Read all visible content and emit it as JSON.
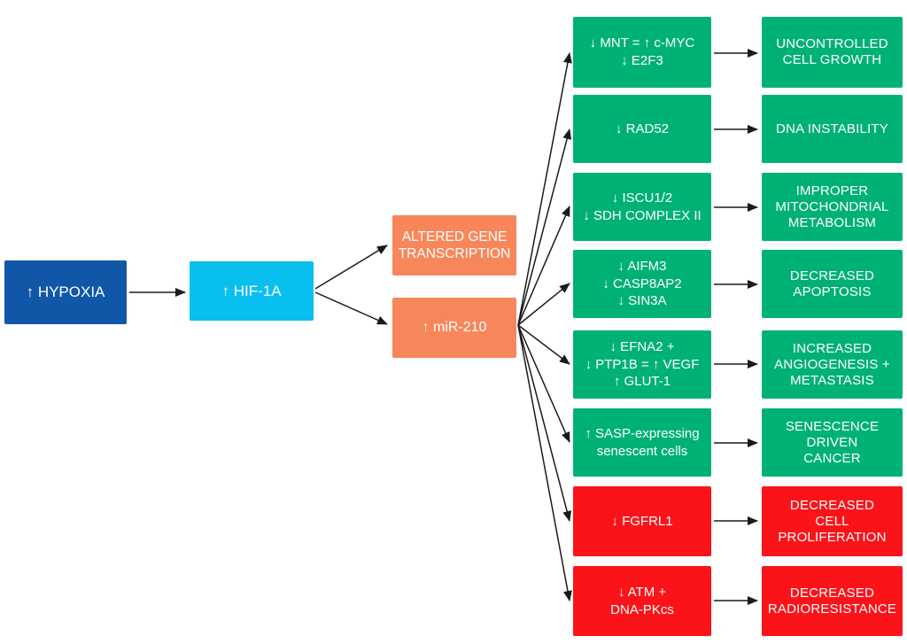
{
  "palette": {
    "dark_blue": "#1157A8",
    "cyan": "#09BFEF",
    "orange": "#F7875A",
    "green": "#00B176",
    "red": "#FA141A",
    "arrow": "#1A1A1A",
    "text": "#FFFFFF",
    "background": "#FFFFFF"
  },
  "chain": {
    "hypoxia": "↑ HYPOXIA",
    "hif1a": "↑ HIF-1A",
    "altered_gene": "ALTERED GENE\nTRANSCRIPTION",
    "mir210": "↑ miR-210"
  },
  "rows": [
    {
      "gene": "↓ MNT = ↑ c-MYC\n↓ E2F3",
      "outcome": "UNCONTROLLED\nCELL GROWTH",
      "color": "green"
    },
    {
      "gene": "↓ RAD52",
      "outcome": "DNA INSTABILITY",
      "color": "green"
    },
    {
      "gene": "↓ ISCU1/2\n↓ SDH COMPLEX II",
      "outcome": "IMPROPER\nMITOCHONDRIAL\nMETABOLISM",
      "color": "green"
    },
    {
      "gene": "↓ AIFM3\n↓ CASP8AP2\n↓ SIN3A",
      "outcome": "DECREASED\nAPOPTOSIS",
      "color": "green"
    },
    {
      "gene": "↓ EFNA2 +\n↓ PTP1B = ↑ VEGF\n↑ GLUT-1",
      "outcome": "INCREASED\nANGIOGENESIS +\nMETASTASIS",
      "color": "green"
    },
    {
      "gene": "↑ SASP-expressing\nsenescent cells",
      "outcome": "SENESCENCE\nDRIVEN\nCANCER",
      "color": "green"
    },
    {
      "gene": "↓ FGFRL1",
      "outcome": "DECREASED\nCELL\nPROLIFERATION",
      "color": "red"
    },
    {
      "gene": "↓ ATM +\nDNA-PKcs",
      "outcome": "DECREASED\nRADIORESISTANCE",
      "color": "red"
    }
  ]
}
